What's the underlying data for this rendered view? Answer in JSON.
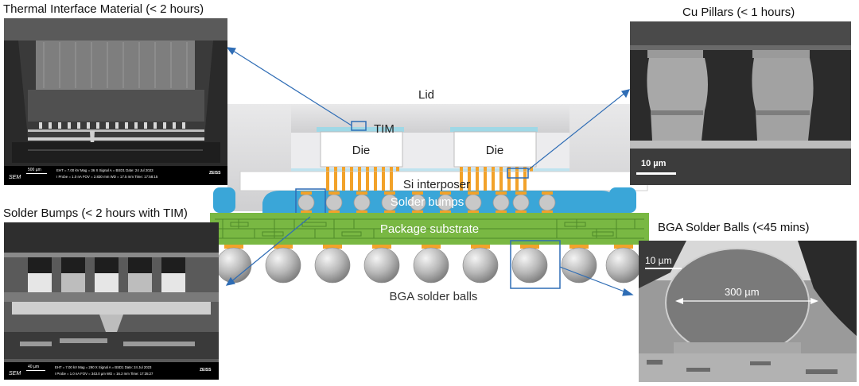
{
  "captions": {
    "tim": "Thermal Interface Material (< 2 hours)",
    "cu": "Cu Pillars (< 1 hours)",
    "bumps": "Solder Bumps (< 2 hours with TIM)",
    "bga": "BGA Solder Balls (<45 mins)"
  },
  "diagram": {
    "lid": "Lid",
    "tim": "TIM",
    "die_left": "Die",
    "die_right": "Die",
    "interposer": "Si interposer",
    "solder_bumps": "Solder bumps",
    "substrate": "Package substrate",
    "bga": "BGA solder balls"
  },
  "panels": {
    "tim_sem": {
      "scale": "500 µm",
      "mode": "SEM",
      "row1": "EHT = 7.00 kV    Mag = 36 X    Signal A = BSD1    Date: 24 Jul 2023",
      "row2": "I Probe = 1.0 nA    FOV = 2.830 mm    WD = 17.5 mm    Time: 17:58:15",
      "brand": "ZEISS"
    },
    "bump_sem": {
      "scale": "40 µm",
      "mode": "SEM",
      "row1": "EHT = 7.00 kV    Mag = 290 X    Signal A = BSD1    Date: 24 Jul 2023",
      "row2": "I Probe = 1.0 nA    FOV = 343.0 µm    WD = 16.2 mm    Time: 17:35:27",
      "brand": "ZEISS"
    },
    "cu_sem": {
      "scale": "10 µm"
    },
    "bga_sem": {
      "scale": "10 µm",
      "measure": "300 µm"
    }
  },
  "colors": {
    "lid": "#d9d9da",
    "tim": "#9fd8e6",
    "die": "#ffffff",
    "pillar": "#f2a22a",
    "underfill": "#3aa6d8",
    "substrate": "#79b843",
    "ball": "#b8b8b8",
    "callout": "#2f6db5"
  }
}
